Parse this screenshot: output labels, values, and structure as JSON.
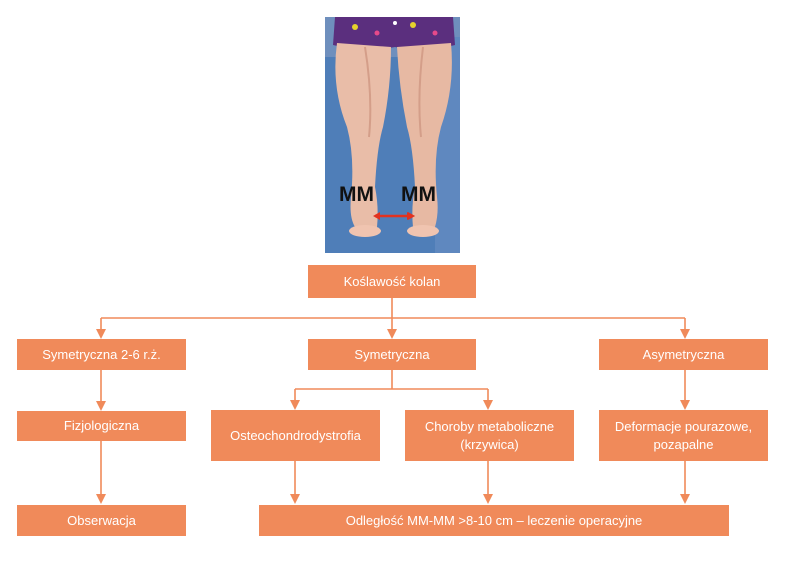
{
  "photo": {
    "label_left": "MM",
    "label_right": "MM"
  },
  "nodes": {
    "root": "Koślawość kolan",
    "sym_age": "Symetryczna 2-6 r.ż.",
    "sym": "Symetryczna",
    "asym": "Asymetryczna",
    "physio": "Fizjologiczna",
    "osteo": "Osteochondrodystrofia",
    "metab_line1": "Choroby metaboliczne",
    "metab_line2": "(krzywica)",
    "trauma_line1": "Deformacje pourazowe,",
    "trauma_line2": "pozapalne",
    "observe": "Obserwacja",
    "surgery": "Odległość MM-MM >8-10 cm – leczenie operacyjne"
  },
  "colors": {
    "box": "#f08a5a",
    "connector": "#f08a5a",
    "arrow": "#e2321f"
  }
}
